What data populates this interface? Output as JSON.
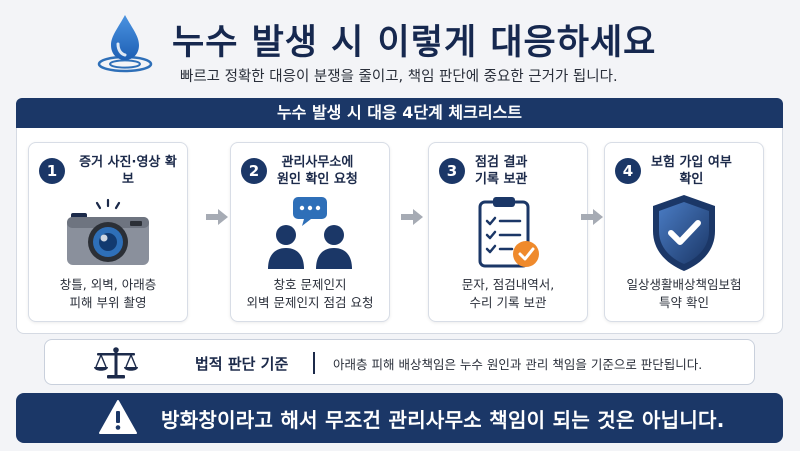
{
  "header": {
    "title": "누수 발생 시 이렇게 대응하세요",
    "subtitle": "빠르고 정확한 대응이 분쟁을 줄이고, 책임 판단에 중요한 근거가 됩니다.",
    "icon": "water-drop-icon"
  },
  "checklist": {
    "heading": "누수 발생 시 대응 4단계 체크리스트",
    "steps": [
      {
        "number": "1",
        "title": "증거 사진·영상 확보",
        "description": "창틀, 외벽, 아래층\n피해 부위 촬영",
        "icon": "camera-icon"
      },
      {
        "number": "2",
        "title": "관리사무소에\n원인 확인 요청",
        "description": "창호 문제인지\n외벽 문제인지 점검 요청",
        "icon": "people-chat-icon"
      },
      {
        "number": "3",
        "title": "점검 결과\n기록 보관",
        "description": "문자, 점검내역서,\n수리 기록 보관",
        "icon": "clipboard-check-icon"
      },
      {
        "number": "4",
        "title": "보험 가입 여부\n확인",
        "description": "일상생활배상책임보험\n특약 확인",
        "icon": "shield-check-icon"
      }
    ]
  },
  "legal": {
    "label": "법적 판단 기준",
    "text": "아래층 피해 배상책임은 누수 원인과 관리 책임을 기준으로 판단됩니다.",
    "icon": "scale-icon"
  },
  "warning": {
    "text": "방화창이라고 해서 무조건 관리사무소 책임이 되는 것은 아닙니다.",
    "icon": "warning-icon"
  },
  "colors": {
    "navy": "#1b3767",
    "blue": "#2e6fb8",
    "orange": "#ef8a2c",
    "background": "#f3f4f7"
  }
}
